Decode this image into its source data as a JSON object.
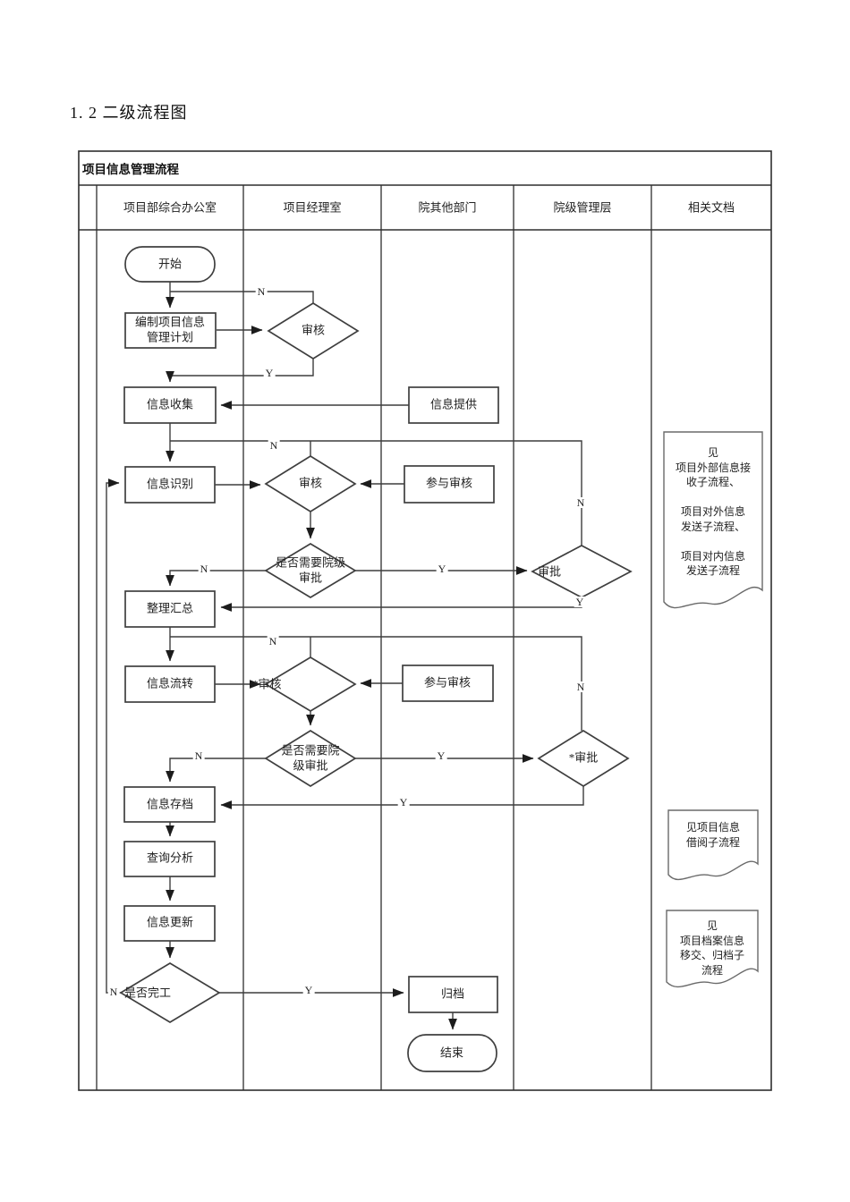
{
  "page": {
    "heading": "1. 2 二级流程图"
  },
  "diagram": {
    "title": "项目信息管理流程",
    "lanes": [
      {
        "label": "项目部综合办公室"
      },
      {
        "label": "项目经理室"
      },
      {
        "label": "院其他部门"
      },
      {
        "label": "院级管理层"
      },
      {
        "label": "相关文档"
      }
    ],
    "nodes": {
      "start": "开始",
      "plan": "编制项目信息管理计划",
      "review1": "审核",
      "collect": "信息收集",
      "provide": "信息提供",
      "identify": "信息识别",
      "review2": "审核",
      "join_review1": "参与审核",
      "need_approval1": "是否需要院级审批",
      "approve1": "审批",
      "summarize": "整理汇总",
      "flow": "信息流转",
      "review3": "*审核",
      "join_review2": "参与审核",
      "need_approval2": "是否需要院级审批",
      "approve2": "*审批",
      "archive": "信息存档",
      "query": "查询分析",
      "update": "信息更新",
      "complete": "是否完工",
      "file": "归档",
      "end": "结束"
    },
    "branch_labels": {
      "review1_n": "N",
      "review1_y": "Y",
      "return1_n": "N",
      "approve1_n": "N",
      "need1_n": "N",
      "need1_y": "Y",
      "approve1_y": "Y",
      "return2_n": "N",
      "approve2_n": "N",
      "need2_n": "N",
      "need2_y": "Y",
      "approve2_y": "Y",
      "complete_n": "N",
      "complete_y": "Y"
    },
    "documents": {
      "doc1": "见\n项目外部信息接\n收子流程、\n\n项目对外信息\n发送子流程、\n\n项目对内信息\n发送子流程",
      "doc2": "见项目信息\n借阅子流程",
      "doc3": "见\n项目档案信息\n移交、归档子\n流程"
    }
  }
}
